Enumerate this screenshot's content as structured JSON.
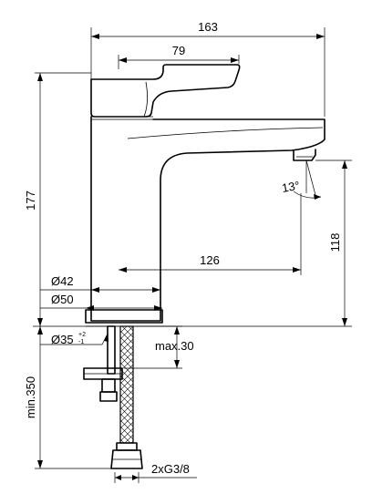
{
  "dimensions": {
    "overall_width": "163",
    "handle_width": "79",
    "total_height": "177",
    "spout_height": "118",
    "spout_reach": "126",
    "diameter_top": "Ø42",
    "diameter_base": "Ø50",
    "hole_diameter": "Ø35",
    "hole_tol_plus": "+2",
    "hole_tol_minus": "-1",
    "max_thickness": "max.30",
    "min_hose_length": "min.350",
    "connection": "2xG3/8",
    "spout_angle": "13°"
  }
}
